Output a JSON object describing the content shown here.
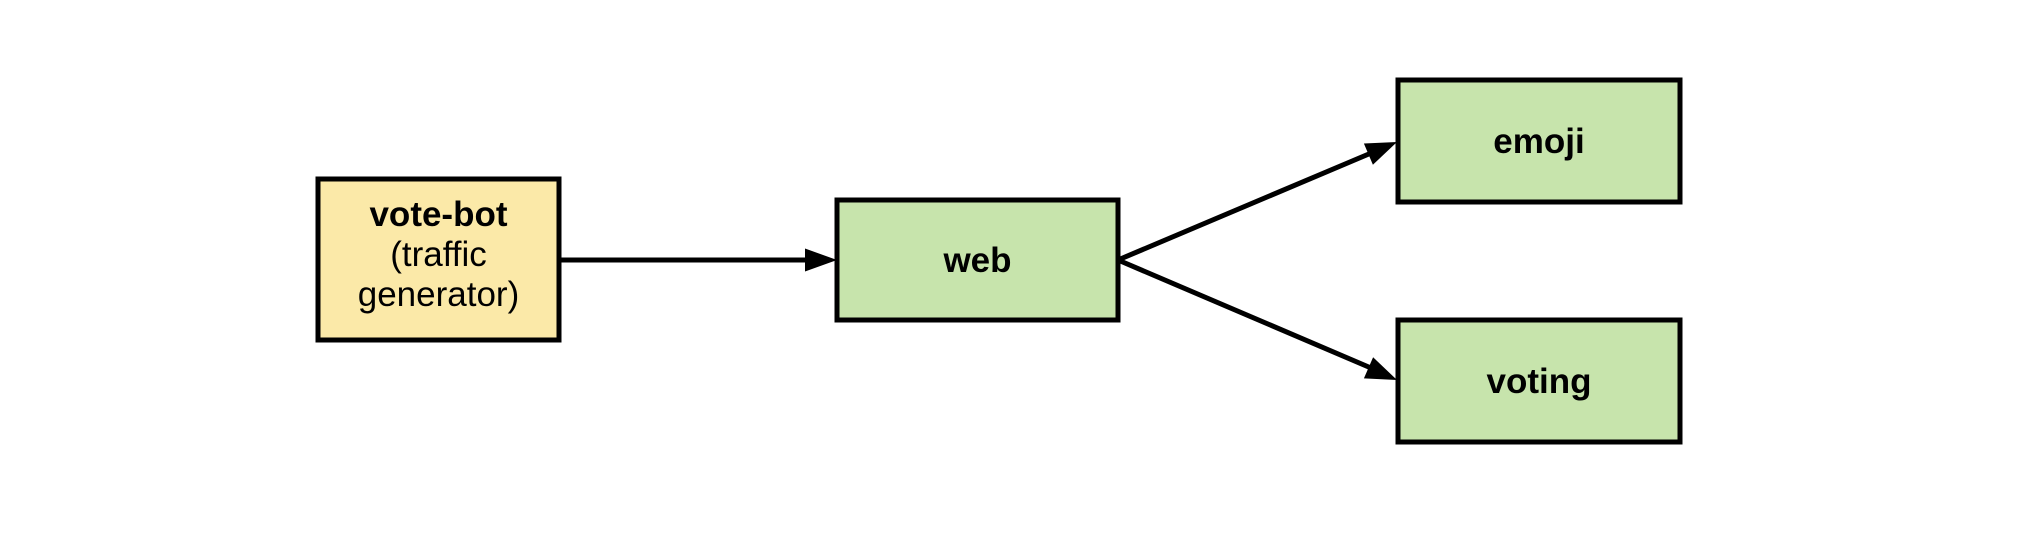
{
  "diagram": {
    "type": "service-dependency-diagram",
    "background_color": "#ffffff",
    "border_color": "#000000",
    "arrow_color": "#000000",
    "nodes": {
      "vote_bot": {
        "title": "vote-bot",
        "subtitle_lines": [
          "(traffic",
          "generator)"
        ],
        "fill": "#FBE9A8"
      },
      "web": {
        "title": "web",
        "fill": "#C7E4AC"
      },
      "emoji": {
        "title": "emoji",
        "fill": "#C7E4AC"
      },
      "voting": {
        "title": "voting",
        "fill": "#C7E4AC"
      }
    },
    "edges": [
      {
        "from": "vote-bot",
        "to": "web"
      },
      {
        "from": "web",
        "to": "emoji"
      },
      {
        "from": "web",
        "to": "voting"
      }
    ]
  }
}
